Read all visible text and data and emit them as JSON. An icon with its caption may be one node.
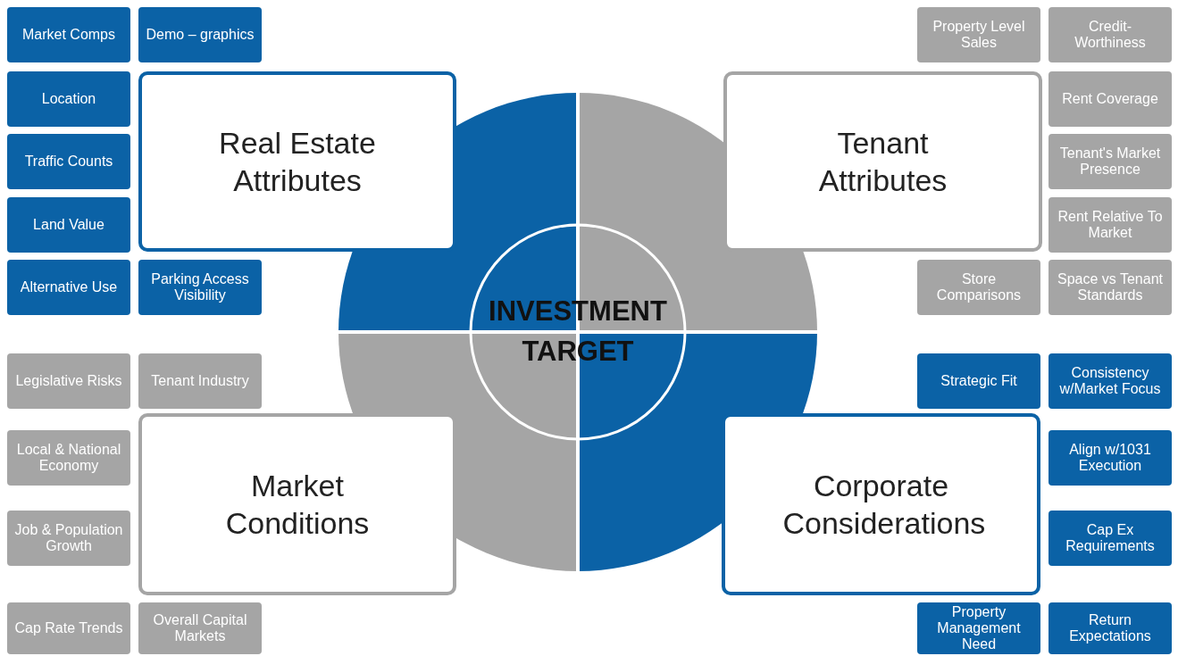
{
  "diagram": {
    "nodes": [
      {
        "text": [
          "Market Comps"
        ]
      },
      {
        "text": [
          "Demo – graphics"
        ]
      },
      {
        "text": [
          "Location"
        ]
      },
      {
        "text": [
          "Real Estate Attributes"
        ]
      },
      {
        "text": [
          "Traffic Counts"
        ]
      },
      {
        "text": [
          "Land Value"
        ]
      },
      {
        "text": [
          "Alternative Use"
        ]
      },
      {
        "text": [
          "Parking Access Visibility"
        ]
      },
      {
        "text": [
          "Property Level Sales"
        ]
      },
      {
        "text": [
          "Credit-Worthiness"
        ]
      },
      {
        "text": [
          "Tenant Attributes"
        ]
      },
      {
        "text": [
          "Rent Coverage"
        ]
      },
      {
        "text": [
          "Tenant's Market Presence"
        ]
      },
      {
        "text": [
          "Rent Relative To Market"
        ]
      },
      {
        "text": [
          "Store Comparisons"
        ]
      },
      {
        "text": [
          "Space vs Tenant Standards"
        ]
      },
      {
        "text": [
          "INVESTMENT TARGET"
        ]
      },
      {
        "text": [
          "Legislative Risks"
        ]
      },
      {
        "text": [
          "Tenant Industry"
        ]
      },
      {
        "text": [
          "Strategic Fit"
        ]
      },
      {
        "text": [
          "Consistency w/Market Focus"
        ]
      },
      {
        "text": [
          "Local & National Economy"
        ]
      },
      {
        "text": [
          "Market Conditions"
        ]
      },
      {
        "text": [
          "Corporate Considerations"
        ]
      },
      {
        "text": [
          "Align w/1031 Execution"
        ]
      },
      {
        "text": [
          "Job & Population Growth"
        ]
      },
      {
        "text": [
          "Cap Ex Requirements"
        ]
      },
      {
        "text": [
          "Cap Rate Trends"
        ]
      },
      {
        "text": [
          "Overall Capital Markets"
        ]
      },
      {
        "text": [
          "Property Management Need"
        ]
      },
      {
        "text": [
          "Return Expectations"
        ]
      }
    ]
  }
}
